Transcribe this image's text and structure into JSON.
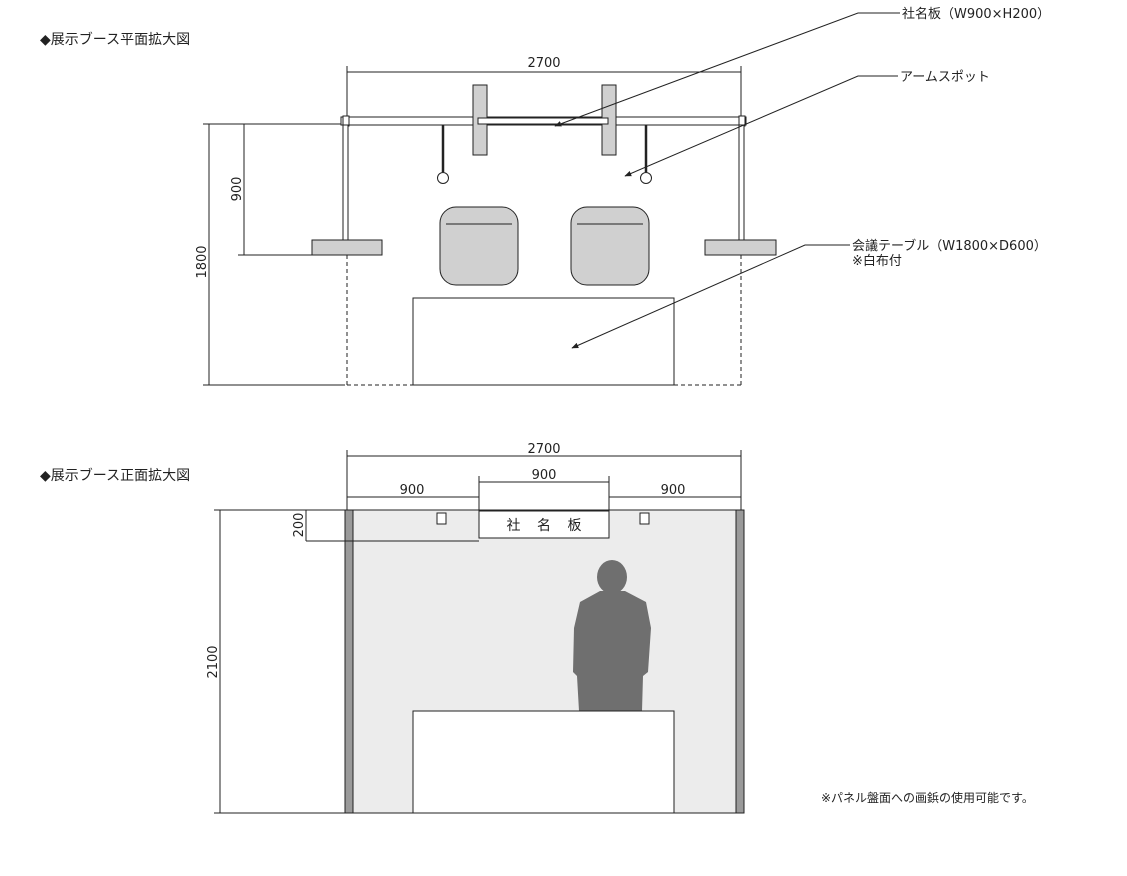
{
  "plan": {
    "title": "◆展示ブース平面拡大図",
    "width_dim": "2700",
    "depth_dim": "1800",
    "depth_partial_dim": "900",
    "callout_sign": "社名板（W900×H200）",
    "callout_spot": "アームスポット",
    "callout_table_line1": "会議テーブル（W1800×D600）",
    "callout_table_line2": "※白布付"
  },
  "front": {
    "title": "◆展示ブース正面拡大図",
    "width_dim": "2700",
    "seg_left": "900",
    "seg_mid": "900",
    "seg_right": "900",
    "height_dim": "2100",
    "sign_height_dim": "200",
    "sign_text": "社 名 板",
    "note": "※パネル盤面への画鋲の使用可能です。"
  },
  "colors": {
    "panel_fill": "#ececec",
    "chair_fill": "#d0d0d0",
    "person_fill": "#6f6f6f",
    "line": "#222222"
  }
}
